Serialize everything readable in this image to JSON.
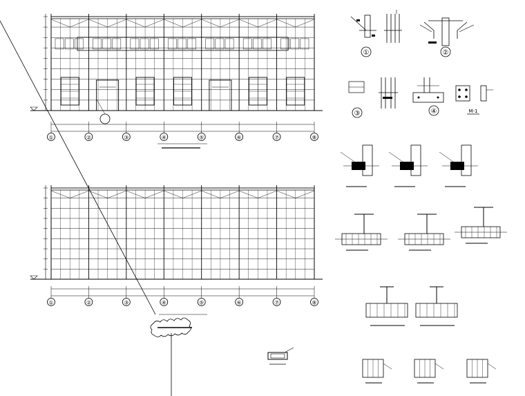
{
  "elevation_top": {
    "grid_bubbles": [
      "①",
      "②",
      "③",
      "④",
      "⑤",
      "⑥",
      "⑦",
      "⑧"
    ]
  },
  "elevation_bottom": {
    "grid_bubbles": [
      "①",
      "②",
      "③",
      "④",
      "⑤",
      "⑥",
      "⑦",
      "⑧"
    ]
  },
  "details": {
    "connection_labels": [
      "①",
      "②",
      "③",
      "④"
    ],
    "plate_label": "M-1"
  },
  "watermark": {
    "lines": [
      "",
      ""
    ]
  },
  "colors": {
    "line": "#000000",
    "paper": "#ffffff",
    "watermark": "#c8c8c8"
  }
}
